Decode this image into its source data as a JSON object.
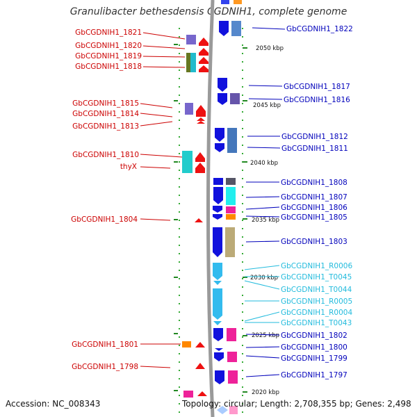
{
  "header": {
    "title": "Granulibacter bethesdensis CGDNIH1, complete genome"
  },
  "footer": {
    "accession": "Accession: NC_008343",
    "summary": "Topology: circular; Length: 2,708,355 bp; Genes: 2,498"
  },
  "colors": {
    "left_label": "#cc0000",
    "right_label": "#0000bb",
    "rna_label": "#22bbdd",
    "backbone": "#999999",
    "ruler_tick": "#228822"
  },
  "ruler": [
    {
      "label": "2050 kbp"
    },
    {
      "label": "2045 kbp"
    },
    {
      "label": "2040 kbp"
    },
    {
      "label": "2035 kbp"
    },
    {
      "label": "2030 kbp"
    },
    {
      "label": "2025 kbp"
    },
    {
      "label": "2020 kbp"
    }
  ],
  "left_labels": [
    {
      "text": "GbCGDNIH1_1821"
    },
    {
      "text": "GbCGDNIH1_1820"
    },
    {
      "text": "GbCGDNIH1_1819"
    },
    {
      "text": "GbCGDNIH1_1818"
    },
    {
      "text": "GbCGDNIH1_1815"
    },
    {
      "text": "GbCGDNIH1_1814"
    },
    {
      "text": "GbCGDNIH1_1813"
    },
    {
      "text": "GbCGDNIH1_1810"
    },
    {
      "text": "thyX"
    },
    {
      "text": "GbCGDNIH1_1804"
    },
    {
      "text": "GbCGDNIH1_1801"
    },
    {
      "text": "GbCGDNIH1_1798"
    }
  ],
  "right_labels": [
    {
      "text": "GbCGDNIH1_1822"
    },
    {
      "text": "GbCGDNIH1_1817"
    },
    {
      "text": "GbCGDNIH1_1816"
    },
    {
      "text": "GbCGDNIH1_1812"
    },
    {
      "text": "GbCGDNIH1_1811"
    },
    {
      "text": "GbCGDNIH1_1808"
    },
    {
      "text": "GbCGDNIH1_1807"
    },
    {
      "text": "GbCGDNIH1_1806"
    },
    {
      "text": "GbCGDNIH1_1805"
    },
    {
      "text": "GbCGDNIH1_1803"
    },
    {
      "text": "GbCGDNIH1_R0006"
    },
    {
      "text": "GbCGDNIH1_T0045"
    },
    {
      "text": "GbCGDNIH1_T0044"
    },
    {
      "text": "GbCGDNIH1_R0005"
    },
    {
      "text": "GbCGDNIH1_R0004"
    },
    {
      "text": "GbCGDNIH1_T0043"
    },
    {
      "text": "GbCGDNIH1_1802"
    },
    {
      "text": "GbCGDNIH1_1800"
    },
    {
      "text": "GbCGDNIH1_1799"
    },
    {
      "text": "GbCGDNIH1_1797"
    }
  ]
}
